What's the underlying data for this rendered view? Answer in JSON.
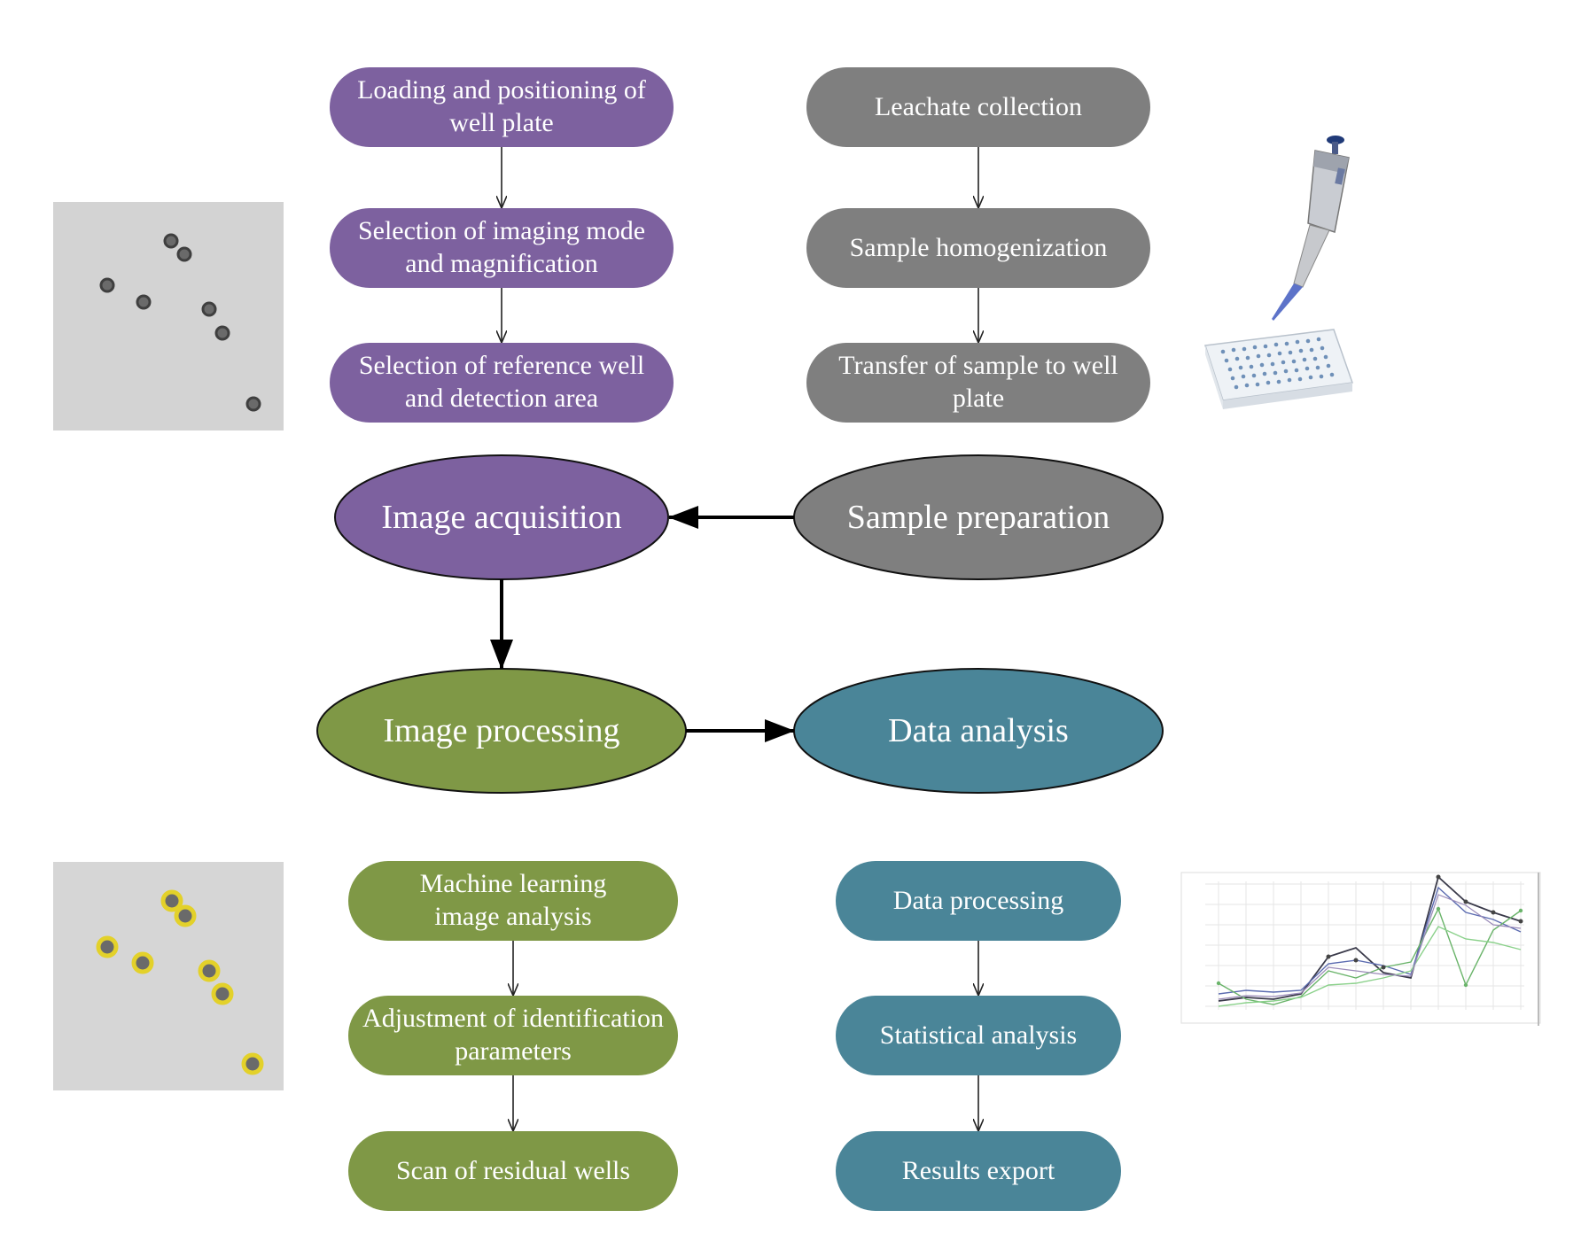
{
  "colors": {
    "purple": "#7d619f",
    "gray": "#7f7f7f",
    "green": "#7f9846",
    "blue": "#4a8598"
  },
  "image_acquisition": {
    "title": "Image acquisition",
    "steps": [
      "Loading and positioning of well plate",
      "Selection of imaging mode and magnification",
      "Selection of reference well and detection area"
    ]
  },
  "sample_preparation": {
    "title": "Sample preparation",
    "steps": [
      "Leachate collection",
      "Sample homogenization",
      "Transfer of sample to well plate"
    ]
  },
  "image_processing": {
    "title": "Image processing",
    "steps": [
      "Machine learning image analysis",
      "Adjustment of identification parameters",
      "Scan of residual wells"
    ]
  },
  "data_analysis": {
    "title": "Data analysis",
    "steps": [
      "Data processing",
      "Statistical analysis",
      "Results export"
    ]
  },
  "icons": {
    "raw_image": "microscopy-particles-raw-icon",
    "detected_image": "microscopy-particles-detected-icon",
    "pipette": "pipette-well-plate-icon",
    "chart": "line-chart-thumbnail-icon"
  }
}
